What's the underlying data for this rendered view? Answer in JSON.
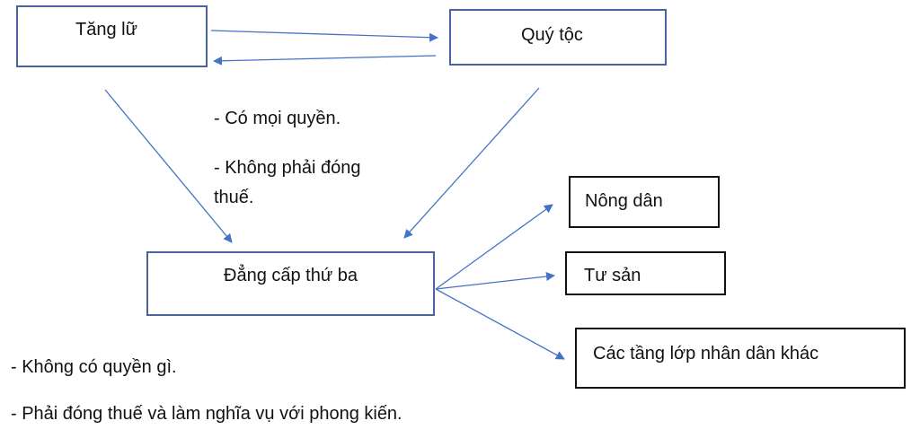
{
  "nodes": {
    "clergy": "Tăng lữ",
    "nobility": "Quý tộc",
    "third_estate": "Đẳng cấp thứ ba",
    "peasants": "Nông dân",
    "bourgeoisie": "Tư sản",
    "other_classes": "Các tầng lớp nhân dân khác"
  },
  "privileged_notes": [
    "- Có mọi quyền.",
    "- Không phải đóng",
    "thuế."
  ],
  "third_estate_notes": [
    "- Không có quyền gì.",
    "- Phải đóng thuế và làm nghĩa vụ với phong kiến."
  ],
  "colors": {
    "box_border": "#4a64a0",
    "arrow": "#4472c4",
    "sub_box_border": "#111111"
  }
}
